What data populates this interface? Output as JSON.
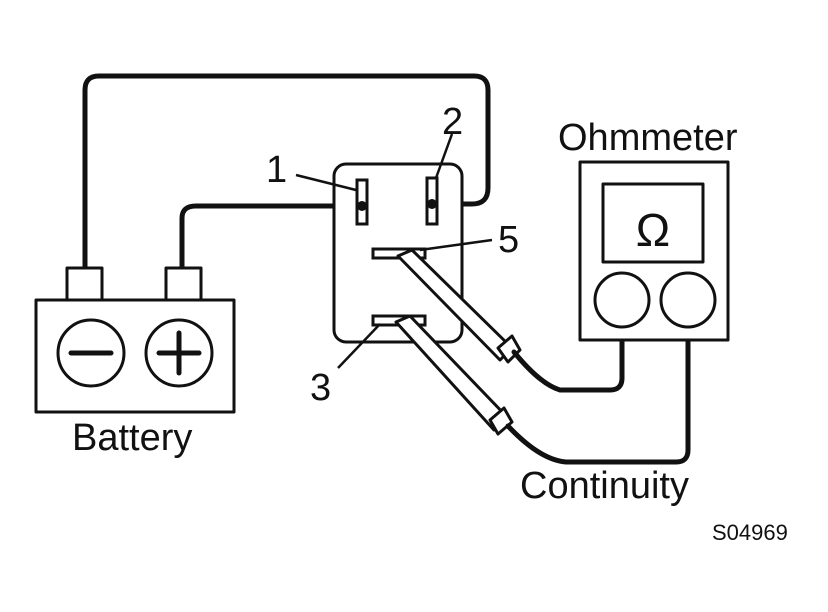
{
  "labels": {
    "battery": "Battery",
    "ohmmeter": "Ohmmeter",
    "continuity": "Continuity",
    "ohm_symbol": "Ω",
    "code": "S04969"
  },
  "terminals": {
    "t1": "1",
    "t2": "2",
    "t3": "3",
    "t5": "5"
  },
  "icons": {
    "battery_negative": "minus-icon",
    "battery_positive": "plus-icon"
  }
}
